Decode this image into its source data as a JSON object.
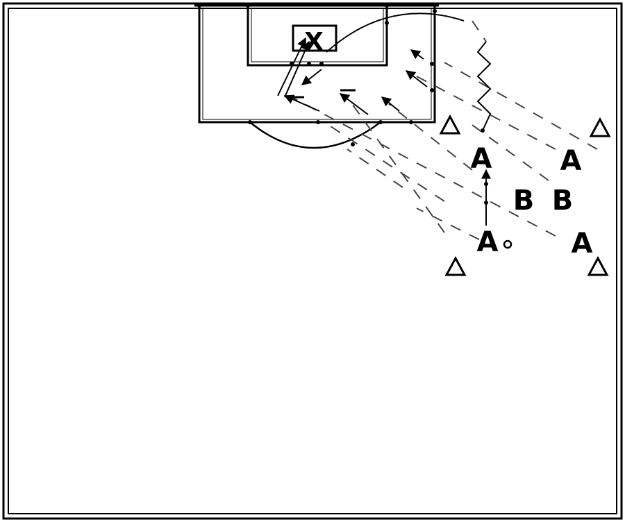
{
  "goal_mark": "X",
  "players": {
    "a_top_center": "A",
    "a_top_right": "A",
    "b_center": "B",
    "b_right": "B",
    "a_bottom_center": "A",
    "a_bottom_right": "A"
  },
  "colors": {
    "background": "#ffffff",
    "lines": "#000000",
    "pass_lines": "#555555"
  },
  "icons": [
    "cone-icon",
    "ball-icon"
  ]
}
